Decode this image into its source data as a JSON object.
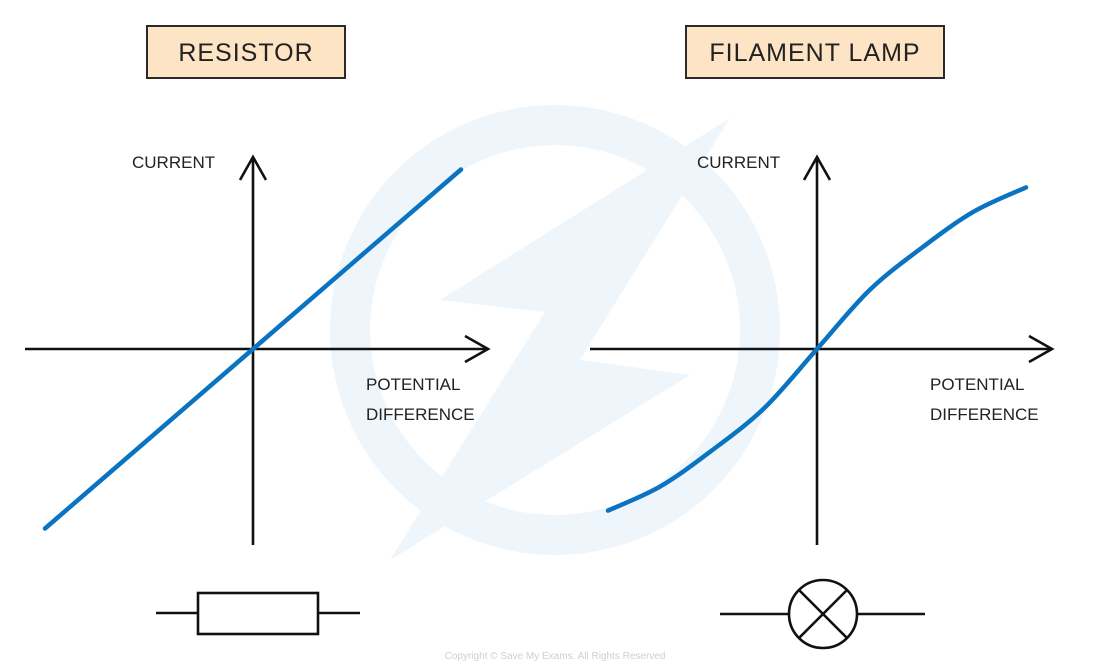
{
  "colors": {
    "label_box_fill": "#fde4c4",
    "label_box_stroke": "#2a2a2a",
    "curve": "#0a73c2",
    "axis": "#111111",
    "watermark": "#eef5fb"
  },
  "watermark": {
    "icon": "lightning-bolt-logo",
    "copyright_text": "Copyright © Save My Exams. All Rights Reserved"
  },
  "panels": [
    {
      "id": "resistor",
      "title": "RESISTOR",
      "y_axis_label": "CURRENT",
      "x_axis_label_lines": [
        "POTENTIAL",
        "DIFFERENCE"
      ],
      "symbol": "resistor-symbol",
      "curve_type": "linear"
    },
    {
      "id": "filament-lamp",
      "title": "FILAMENT LAMP",
      "y_axis_label": "CURRENT",
      "x_axis_label_lines": [
        "POTENTIAL",
        "DIFFERENCE"
      ],
      "symbol": "lamp-symbol",
      "curve_type": "s-curve"
    }
  ],
  "chart_data": [
    {
      "type": "line",
      "title": "RESISTOR",
      "xlabel": "POTENTIAL DIFFERENCE",
      "ylabel": "CURRENT",
      "description": "Straight line through origin (ohmic conductor, current directly proportional to potential difference)",
      "x": [
        -1.0,
        0,
        1.0
      ],
      "y": [
        -0.93,
        0,
        0.93
      ],
      "xlim": [
        -1.1,
        1.15
      ],
      "ylim": [
        -1.0,
        1.0
      ],
      "grid": false
    },
    {
      "type": "line",
      "title": "FILAMENT LAMP",
      "xlabel": "POTENTIAL DIFFERENCE",
      "ylabel": "CURRENT",
      "description": "S-shaped curve through origin; gradient decreases as |V| increases (resistance increases with temperature)",
      "x": [
        -1.0,
        -0.75,
        -0.5,
        -0.25,
        0,
        0.25,
        0.5,
        0.75,
        1.0
      ],
      "y": [
        -0.8,
        -0.68,
        -0.5,
        -0.29,
        0,
        0.29,
        0.5,
        0.68,
        0.8
      ],
      "xlim": [
        -1.1,
        1.15
      ],
      "ylim": [
        -1.0,
        1.0
      ],
      "grid": false
    }
  ]
}
